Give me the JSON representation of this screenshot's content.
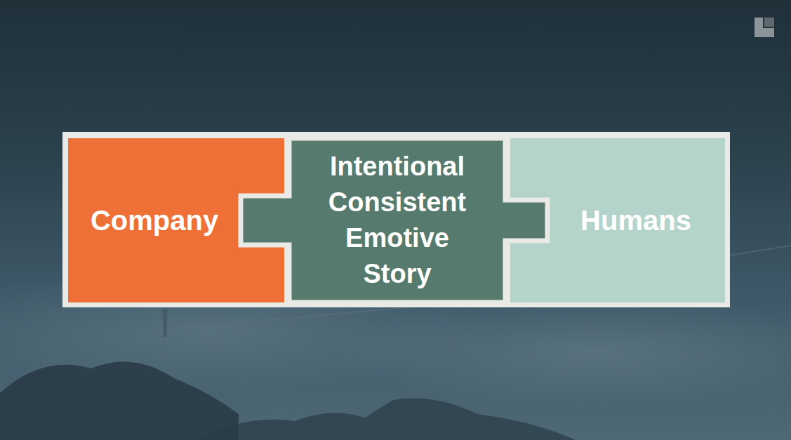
{
  "diagram": {
    "nodes": [
      {
        "text": [
          "Company"
        ]
      },
      {
        "text": [
          "Intentional Consistent Emotive Story"
        ]
      },
      {
        "text": [
          "Humans"
        ]
      }
    ]
  }
}
